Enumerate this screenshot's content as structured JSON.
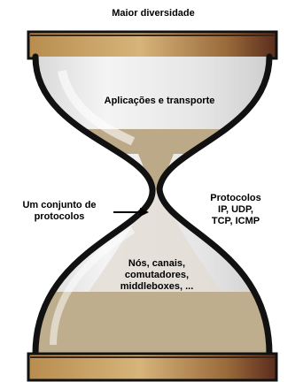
{
  "diagram": {
    "top_caption": "Maior diversidade",
    "upper_bulb_label": "Aplicações e transporte",
    "waist_left_label": "Um conjunto de\nprotocolos",
    "waist_right_label": "Protocolos\nIP, UDP,\nTCP, ICMP",
    "lower_bulb_label": "Nós, canais,\ncomutadores,\nmiddleboxes, ..."
  },
  "colors": {
    "wood_light": "#c9a266",
    "wood_dark": "#5a2c1c",
    "glass_outline": "#111111",
    "sand": "#c0ad8d",
    "glass_fill": "#e9e9e9"
  }
}
